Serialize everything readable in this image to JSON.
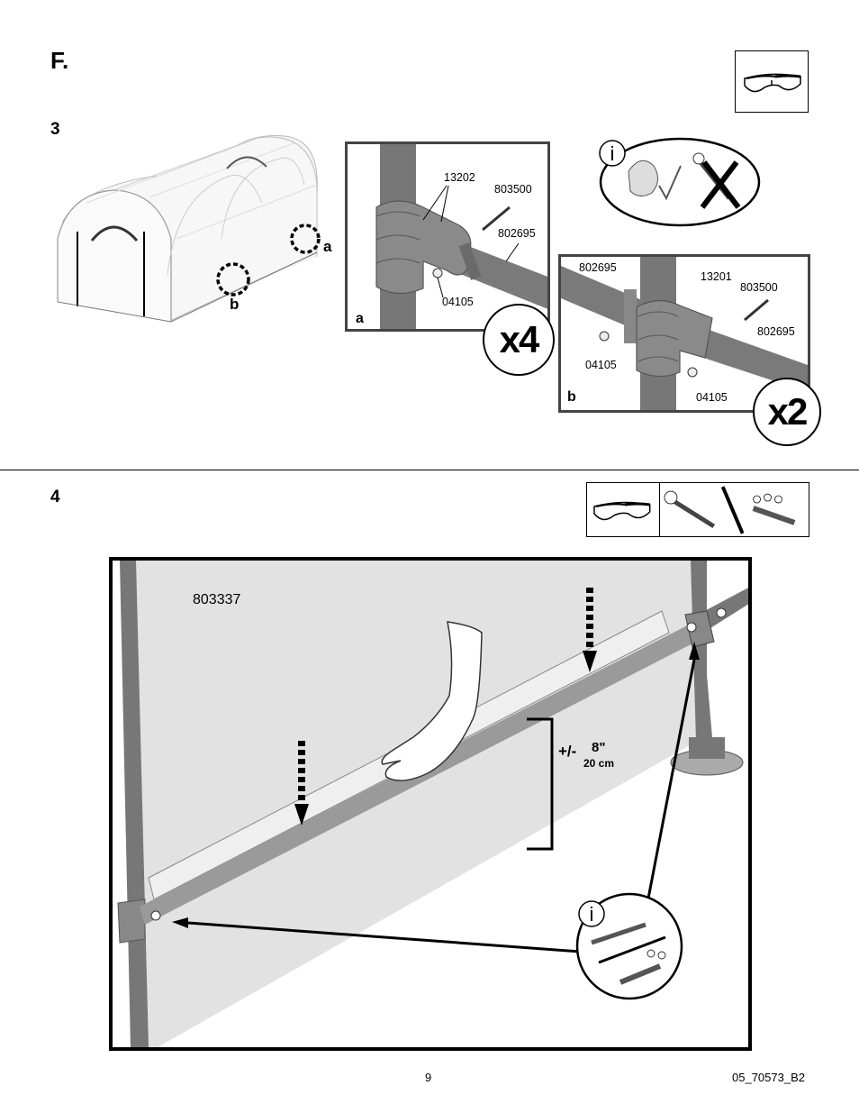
{
  "header": {
    "section": "F."
  },
  "step3": {
    "number": "3",
    "overview_labels": {
      "a": "a",
      "b": "b"
    },
    "detail_a": {
      "label": "a",
      "parts": [
        "13202",
        "803500",
        "802695",
        "04105"
      ],
      "multiplier": "x4"
    },
    "detail_b": {
      "label": "b",
      "parts": [
        "802695",
        "13201",
        "803500",
        "802695",
        "04105",
        "04105"
      ],
      "multiplier": "x2"
    },
    "info_icon": "i"
  },
  "step4": {
    "number": "4",
    "part": "803337",
    "measurement": {
      "prefix": "+/-",
      "imperial": "8\"",
      "metric": "20 cm"
    },
    "info_icon": "i"
  },
  "footer": {
    "page": "9",
    "doc_code": "05_70573_B2"
  }
}
